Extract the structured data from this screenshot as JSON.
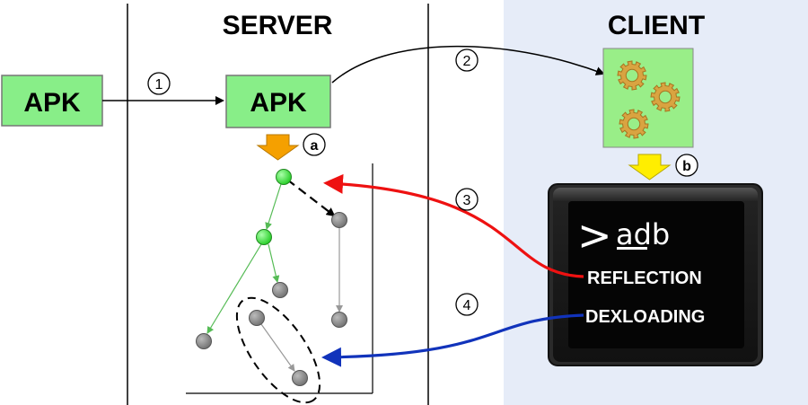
{
  "server": {
    "title": "SERVER"
  },
  "client": {
    "title": "CLIENT"
  },
  "apk_input": {
    "label": "APK"
  },
  "apk_server": {
    "label": "APK"
  },
  "steps": {
    "s1": "1",
    "s2": "2",
    "s3": "3",
    "s4": "4",
    "sa": "a",
    "sb": "b"
  },
  "terminal": {
    "prompt": ">",
    "command": "adb",
    "reflection": "REFLECTION",
    "dexloading": "DEXLOADING"
  },
  "colors": {
    "apk_fill": "#88ee88",
    "gear_box": "#99ee88",
    "gear": "#d9a441",
    "client_bg": "#e6ecf8",
    "active_node": "#33dd33",
    "inactive_node": "#888888",
    "reflection_arrow": "#ee1111",
    "dexloading_arrow": "#1133bb",
    "arrow_a": "#f5a000",
    "arrow_b": "#ffee00"
  }
}
